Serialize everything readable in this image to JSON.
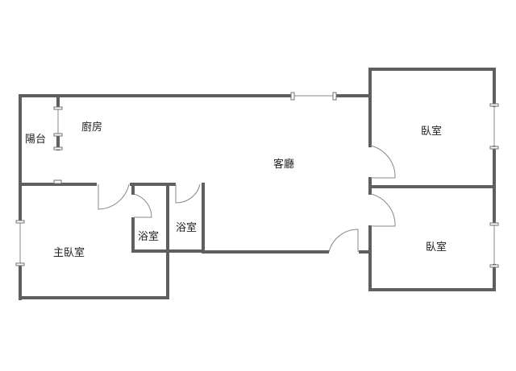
{
  "rooms": {
    "balcony": "陽台",
    "kitchen": "廚房",
    "living_room": "客廳",
    "bedroom_1": "臥室",
    "bedroom_2": "臥室",
    "master_bedroom": "主臥室",
    "bathroom_1": "浴室",
    "bathroom_2": "浴室"
  },
  "colors": {
    "wall": "#5f5f5f",
    "window": "#8a8a8a"
  }
}
